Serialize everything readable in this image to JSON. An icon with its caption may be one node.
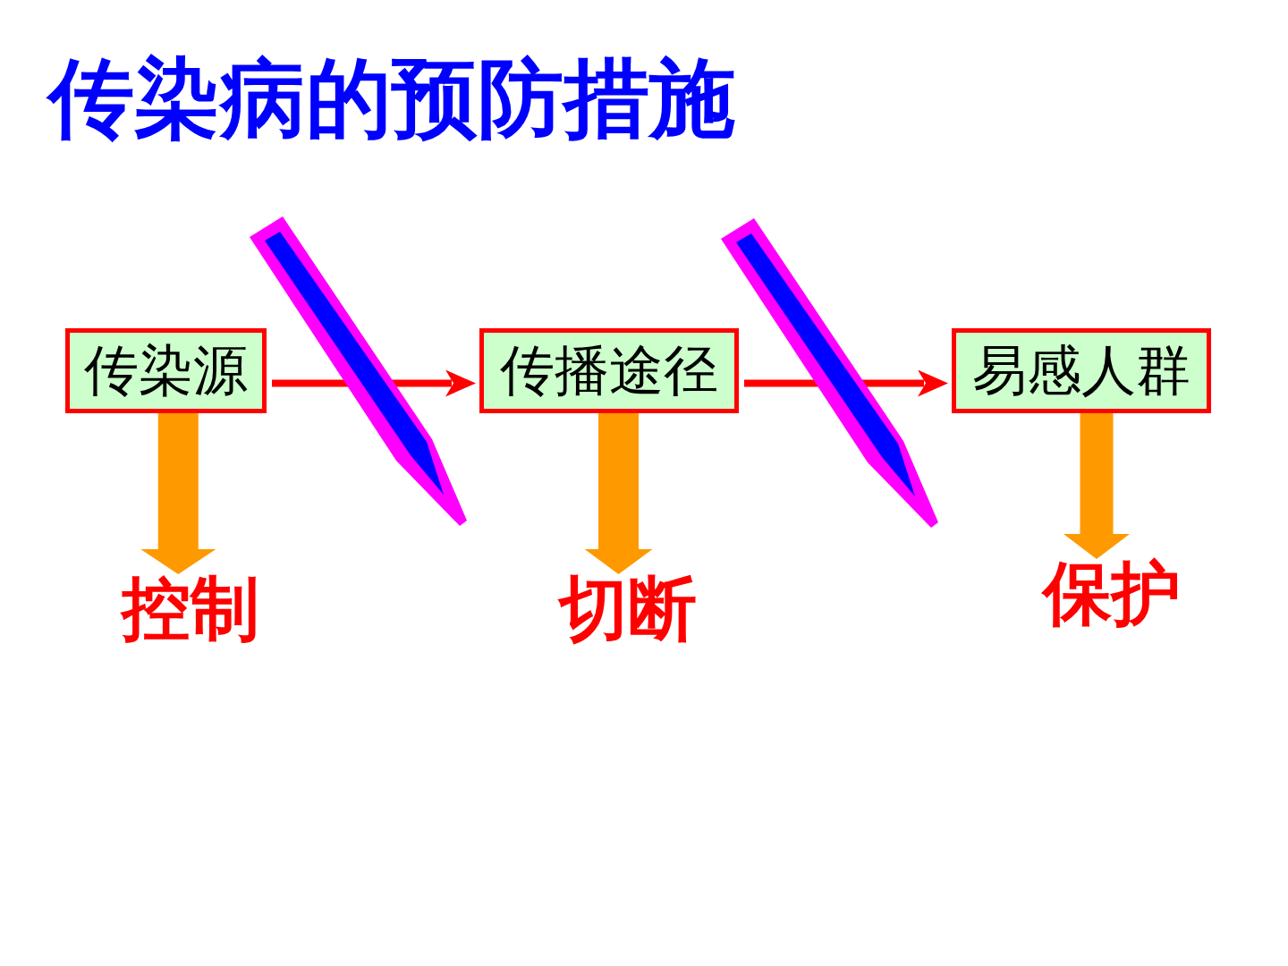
{
  "diagram": {
    "title": "传染病的预防措施",
    "nodes": [
      {
        "text": [
          "传染源"
        ]
      },
      {
        "text": [
          "传播途径"
        ]
      },
      {
        "text": [
          "易感人群"
        ]
      },
      {
        "text": [
          "控制"
        ]
      },
      {
        "text": [
          "切断"
        ]
      },
      {
        "text": [
          "保护"
        ]
      }
    ],
    "edges": [
      {
        "from": 0,
        "to": 1,
        "arrow": "to",
        "color": "#ff0000"
      },
      {
        "from": 1,
        "to": 2,
        "arrow": "to",
        "color": "#ff0000"
      },
      {
        "from": 0,
        "to": 3,
        "arrow": "to"
      },
      {
        "from": 1,
        "to": 4,
        "arrow": "to"
      },
      {
        "from": 2,
        "to": 5,
        "arrow": "to"
      }
    ]
  }
}
